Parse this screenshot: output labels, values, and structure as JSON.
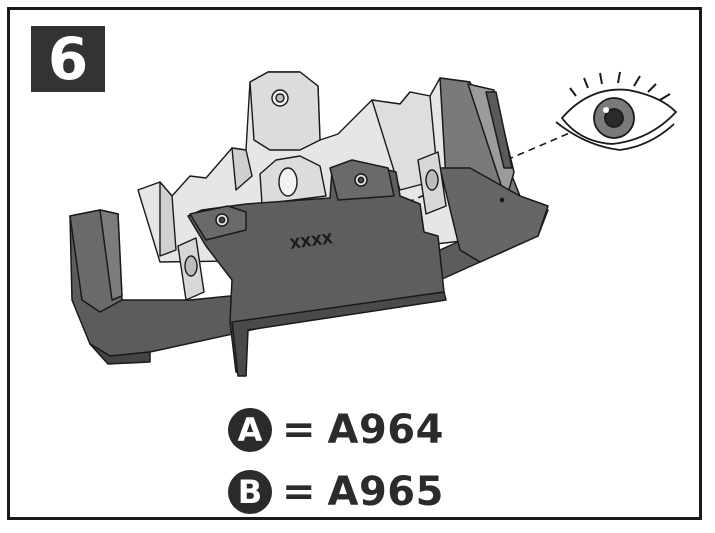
{
  "step": {
    "number": "6"
  },
  "part_label": "XXXX",
  "legend": [
    {
      "letter": "A",
      "equals": "=",
      "code": "A964"
    },
    {
      "letter": "B",
      "equals": "=",
      "code": "A965"
    }
  ],
  "colors": {
    "ink": "#1a1a1a",
    "badge_bg": "#333333",
    "body_dark": "#5c5c5c",
    "body_mid": "#8a8a8a",
    "body_light": "#d9d9d9"
  },
  "icons": [
    "eye-icon",
    "sight-line"
  ]
}
